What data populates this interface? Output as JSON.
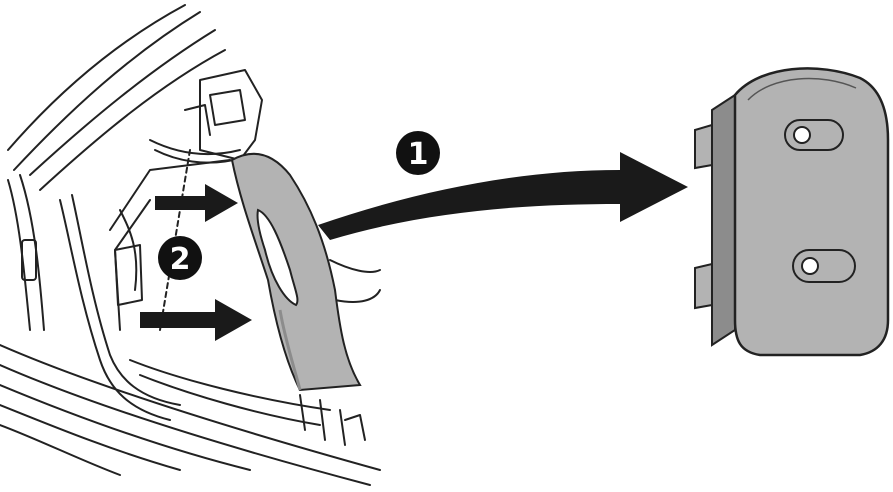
{
  "callouts": [
    {
      "id": "1",
      "label": "1"
    },
    {
      "id": "2",
      "label": "2"
    }
  ],
  "colors": {
    "panel_fill": "#b3b3b3",
    "panel_shadow": "#8c8c8c",
    "line": "#222222",
    "arrow": "#1a1a1a",
    "callout_fill": "#111111",
    "background": "#ffffff"
  },
  "icons": {
    "removal_arrow": "curved-arrow-right",
    "push_arrow": "arrow-right"
  }
}
